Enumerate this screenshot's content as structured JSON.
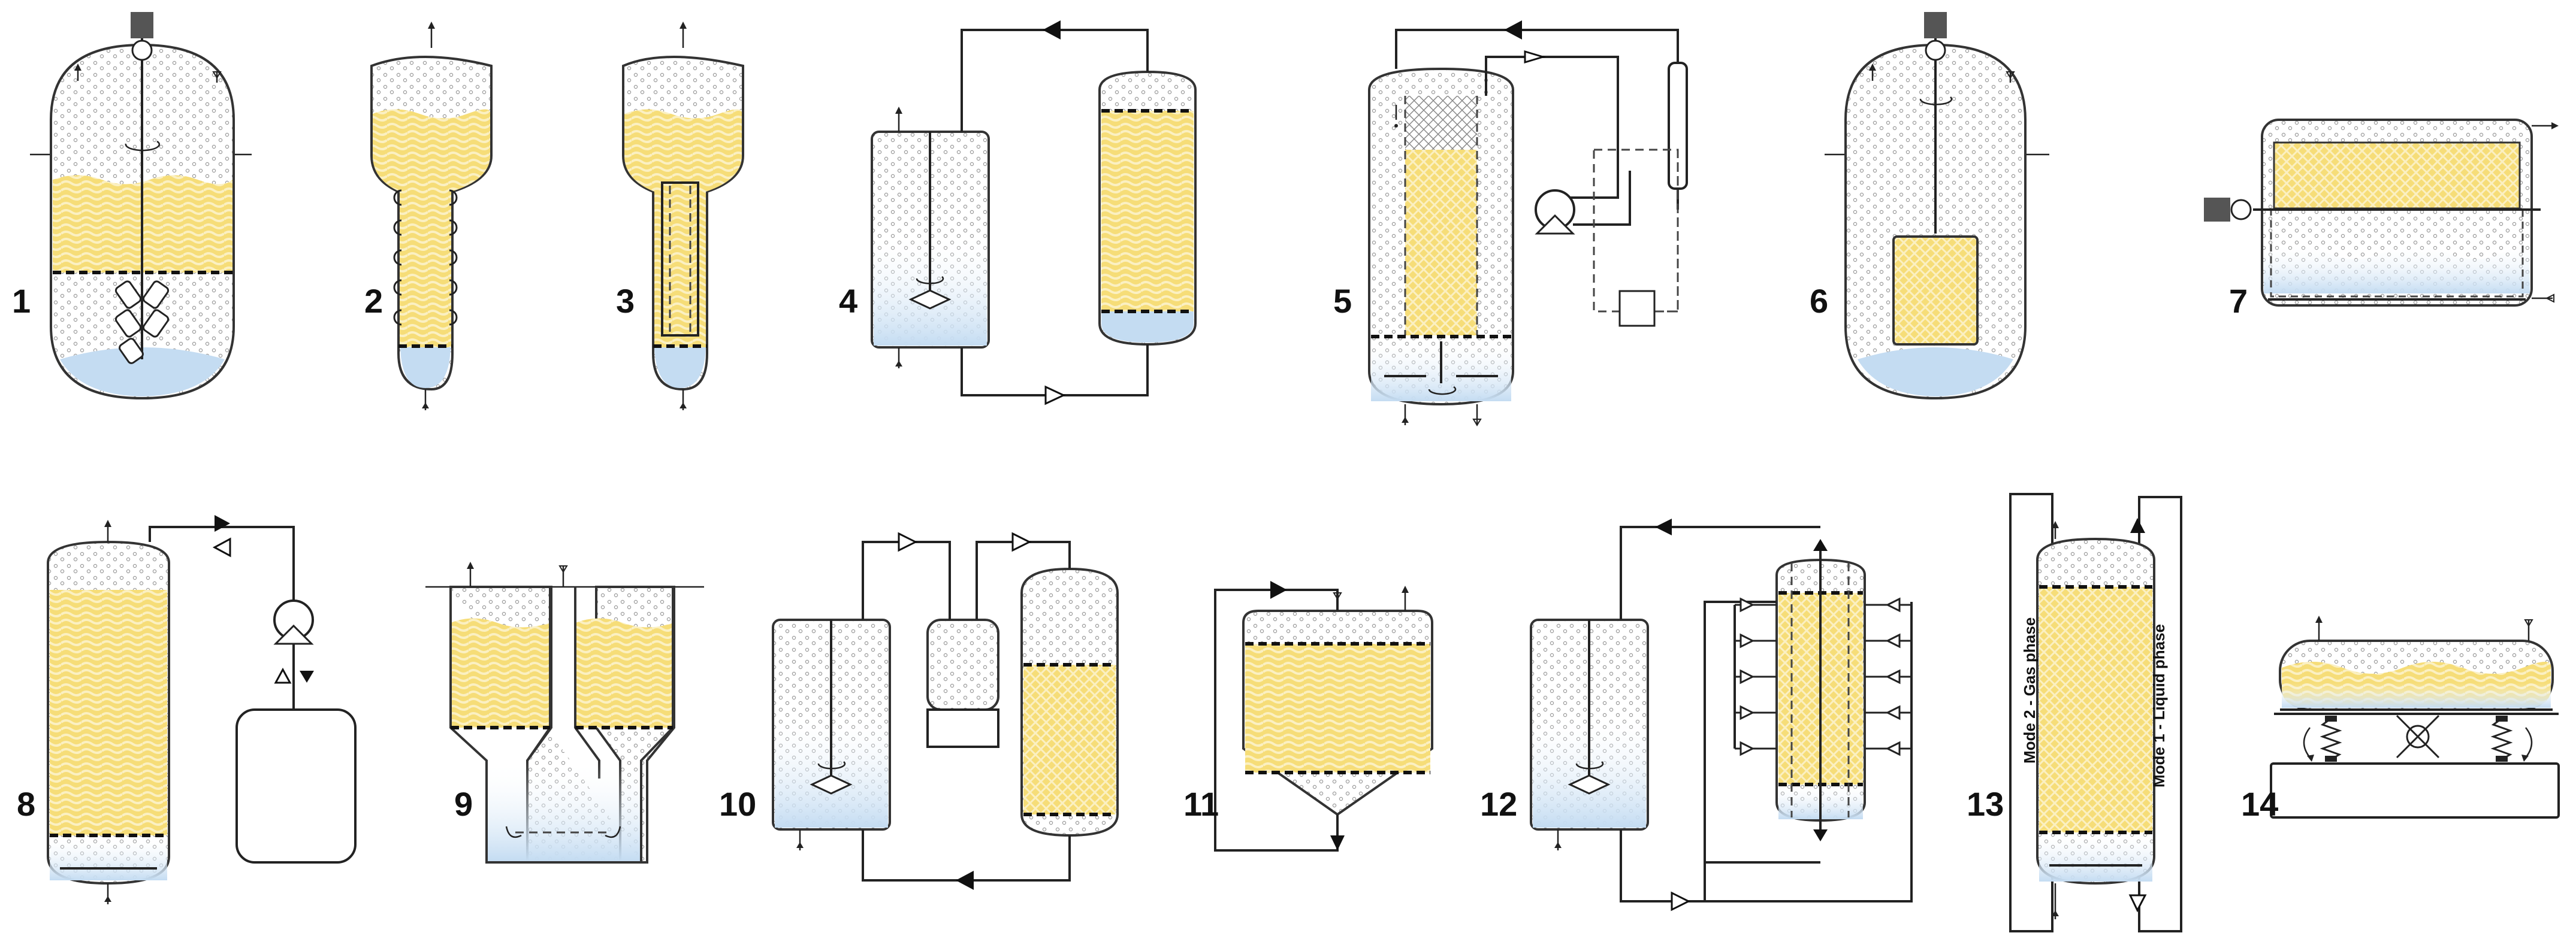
{
  "figure": {
    "reactor_numbers": [
      "1",
      "2",
      "3",
      "4",
      "5",
      "6",
      "7",
      "8",
      "9",
      "10",
      "11",
      "12",
      "13",
      "14"
    ],
    "mode_labels": {
      "gas": "Mode 2 - Gas phase",
      "liquid": "Mode 1 - Liquid phase"
    }
  },
  "colors": {
    "outline": "#333333",
    "packing_yellow": "#f6dd78",
    "liquid_blue": "#c4dcf2",
    "bubble_grey": "#9a9a9a",
    "background": "#ffffff"
  },
  "icons": [
    "motor-icon",
    "impeller-icon",
    "pump-icon",
    "arrow-triangle-icon",
    "vent-arrow-icon"
  ]
}
